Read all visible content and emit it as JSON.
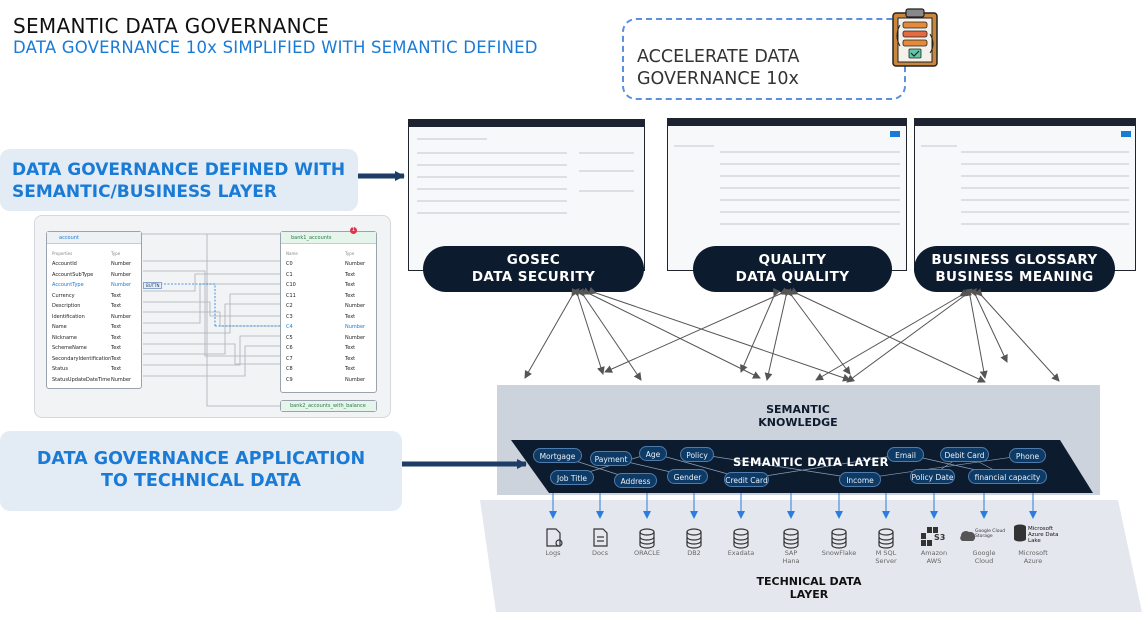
{
  "header": {
    "title": "SEMANTIC DATA GOVERNANCE",
    "subtitle": "DATA GOVERNANCE 10x SIMPLIFIED WITH SEMANTIC DEFINED"
  },
  "callout": {
    "line1": "ACCELERATE DATA",
    "line2": "GOVERNANCE 10x"
  },
  "left_labels": {
    "defined_line1": "DATA GOVERNANCE DEFINED WITH",
    "defined_line2": "SEMANTIC/BUSINESS LAYER",
    "application_line1": "DATA GOVERNANCE APPLICATION",
    "application_line2": "TO TECHNICAL DATA"
  },
  "modules": [
    {
      "line1": "GOSEC",
      "line2": "DATA SECURITY"
    },
    {
      "line1": "QUALITY",
      "line2": "DATA QUALITY"
    },
    {
      "line1": "BUSINESS GLOSSARY",
      "line2": "BUSINESS MEANING"
    }
  ],
  "er_diagram": {
    "left_table": {
      "name": "account",
      "col_headers": [
        "Properties",
        "Type"
      ],
      "rows": [
        {
          "name": "AccountId",
          "type": "Number"
        },
        {
          "name": "AccountSubType",
          "type": "Number"
        },
        {
          "name": "AccountType",
          "type": "Number"
        },
        {
          "name": "Currency",
          "type": "Text"
        },
        {
          "name": "Description",
          "type": "Text"
        },
        {
          "name": "Identification",
          "type": "Number"
        },
        {
          "name": "Name",
          "type": "Text"
        },
        {
          "name": "Nickname",
          "type": "Text"
        },
        {
          "name": "SchemeName",
          "type": "Text"
        },
        {
          "name": "SecondaryIdentification",
          "type": "Text"
        },
        {
          "name": "Status",
          "type": "Text"
        },
        {
          "name": "StatusUpdateDateTime",
          "type": "Number"
        }
      ]
    },
    "right_table": {
      "name": "bank1_accounts",
      "badge": "1",
      "col_headers": [
        "Name",
        "Type"
      ],
      "rows": [
        {
          "name": "C0",
          "type": "Number"
        },
        {
          "name": "C1",
          "type": "Text"
        },
        {
          "name": "C10",
          "type": "Text"
        },
        {
          "name": "C11",
          "type": "Text"
        },
        {
          "name": "C2",
          "type": "Number"
        },
        {
          "name": "C3",
          "type": "Text"
        },
        {
          "name": "C4",
          "type": "Number"
        },
        {
          "name": "C5",
          "type": "Number"
        },
        {
          "name": "C6",
          "type": "Text"
        },
        {
          "name": "C7",
          "type": "Text"
        },
        {
          "name": "C8",
          "type": "Text"
        },
        {
          "name": "C9",
          "type": "Number"
        }
      ]
    },
    "link_label": "BUTTN",
    "bottom_table": "bank2_accounts_with_balance"
  },
  "semantic": {
    "knowledge_line1": "SEMANTIC",
    "knowledge_line2": "KNOWLEDGE",
    "layer_title": "SEMANTIC DATA LAYER",
    "chips": [
      "Mortgage",
      "Payment",
      "Age",
      "Policy",
      "Email",
      "Debit Card",
      "Phone",
      "Job Title",
      "Address",
      "Gender",
      "Credit Card",
      "Income",
      "Policy Date",
      "financial capacity"
    ]
  },
  "technical": {
    "label_line1": "TECHNICAL DATA",
    "label_line2": "LAYER",
    "sources": [
      {
        "line1": "Logs",
        "line2": ""
      },
      {
        "line1": "Docs",
        "line2": ""
      },
      {
        "line1": "ORACLE",
        "line2": ""
      },
      {
        "line1": "DB2",
        "line2": ""
      },
      {
        "line1": "Exadata",
        "line2": ""
      },
      {
        "line1": "SAP",
        "line2": "Hana"
      },
      {
        "line1": "SnowFlake",
        "line2": ""
      },
      {
        "line1": "M SQL",
        "line2": "Server"
      },
      {
        "line1": "Amazon",
        "line2": "AWS"
      },
      {
        "line1": "Google",
        "line2": "Cloud"
      },
      {
        "line1": "Microsoft",
        "line2": "Azure"
      }
    ],
    "logo_text": {
      "s3": "S3",
      "google_cloud": "Google Cloud Storage",
      "azure_lake": "Microsoft Azure Data Lake"
    }
  },
  "colors": {
    "accent_blue": "#1a7bd6",
    "navy": "#0d1b2e",
    "chip_fill": "#0e3a66",
    "arrow_gray": "#555555",
    "source_arrow_blue": "#2b7de0"
  }
}
